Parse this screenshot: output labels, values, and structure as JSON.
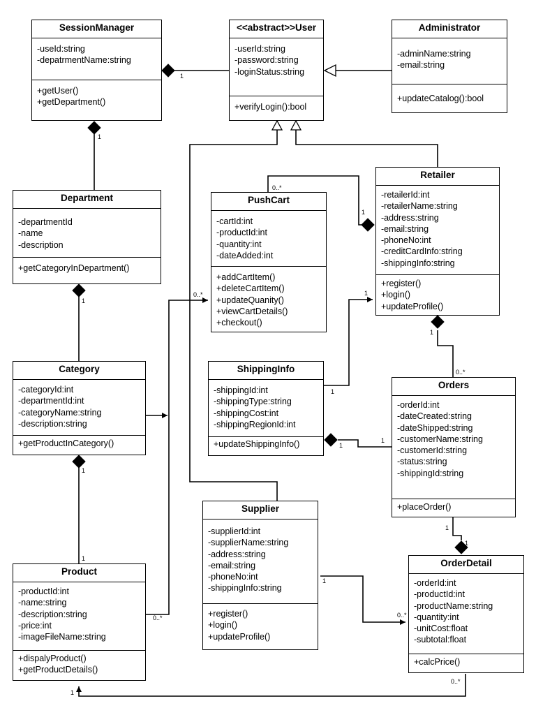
{
  "classes": {
    "session_manager": {
      "name": "SessionManager",
      "attributes": [
        "-useId:string",
        "-depatrmentName:string"
      ],
      "operations": [
        "+getUser()",
        "+getDepartment()"
      ]
    },
    "user": {
      "name": "<<abstract>>User",
      "attributes": [
        "-userId:string",
        "-password:string",
        "-loginStatus:string"
      ],
      "operations": [
        "+verifyLogin():bool"
      ]
    },
    "administrator": {
      "name": "Administrator",
      "attributes": [
        "-adminName:string",
        "-email:string"
      ],
      "operations": [
        "+updateCatalog():bool"
      ]
    },
    "department": {
      "name": "Department",
      "attributes": [
        "-departmentId",
        "-name",
        "-description"
      ],
      "operations": [
        "+getCategoryInDepartment()"
      ]
    },
    "push_cart": {
      "name": "PushCart",
      "attributes": [
        "-cartId:int",
        "-productId:int",
        "-quantity:int",
        "-dateAdded:int"
      ],
      "operations": [
        "+addCartItem()",
        "+deleteCartItem()",
        "+updateQuanity()",
        "+viewCartDetails()",
        "+checkout()"
      ]
    },
    "retailer": {
      "name": "Retailer",
      "attributes": [
        "-retailerId:int",
        "-retailerName:string",
        "-address:string",
        "-email:string",
        "-phoneNo:int",
        "-creditCardInfo:string",
        "-shippingInfo:string"
      ],
      "operations": [
        "+register()",
        "+login()",
        "+updateProfile()"
      ]
    },
    "category": {
      "name": "Category",
      "attributes": [
        "-categoryId:int",
        "-departmentId:int",
        "-categoryName:string",
        "-description:string"
      ],
      "operations": [
        "+getProductInCategory()"
      ]
    },
    "shipping_info": {
      "name": "ShippingInfo",
      "attributes": [
        "-shippingId:int",
        "-shippingType:string",
        "-shippingCost:int",
        "-shippingRegionId:int"
      ],
      "operations": [
        "+updateShippingInfo()"
      ]
    },
    "orders": {
      "name": "Orders",
      "attributes": [
        "-orderId:int",
        "-dateCreated:string",
        "-dateShipped:string",
        "-customerName:string",
        "-customerId:string",
        "-status:string",
        "-shippingId:string"
      ],
      "operations": [
        "+placeOrder()"
      ]
    },
    "supplier": {
      "name": "Supplier",
      "attributes": [
        "-supplierId:int",
        "-supplierName:string",
        "-address:string",
        "-email:string",
        "-phoneNo:int",
        "-shippingInfo:string"
      ],
      "operations": [
        "+register()",
        "+login()",
        "+updateProfile()"
      ]
    },
    "product": {
      "name": "Product",
      "attributes": [
        "-productId:int",
        "-name:string",
        "-description:string",
        "-price:int",
        "-imageFileName:string"
      ],
      "operations": [
        "+dispalyProduct()",
        "+getProductDetails()"
      ]
    },
    "order_detail": {
      "name": "OrderDetail",
      "attributes": [
        "-orderId:int",
        "-productId:int",
        "-productName:string",
        "-quantity:int",
        "-unitCost:float",
        "-subtotal:float"
      ],
      "operations": [
        "+calcPrice()"
      ]
    }
  },
  "multiplicities": {
    "session_user": "1",
    "session_department": "1",
    "department_category": "1",
    "category_product_top": "1",
    "category_product_bottom": "1",
    "pushcart_retailer_cart": "0..*",
    "pushcart_retailer_retailer": "1",
    "product_pushcart_cart": "0..*",
    "product_pushcart_product": "0..*",
    "shipping_retailer_retailer": "1",
    "shipping_retailer_shipping": "1",
    "retailer_orders_retailer": "1",
    "retailer_orders_orders": "0..*",
    "shipping_orders_shipping": "1",
    "shipping_orders_orders": "1",
    "orders_detail_orders": "1",
    "orders_detail_detail": "1",
    "supplier_detail_supplier": "1",
    "supplier_detail_detail": "0..*",
    "detail_product_detail": "0..*",
    "detail_product_product": "1"
  }
}
